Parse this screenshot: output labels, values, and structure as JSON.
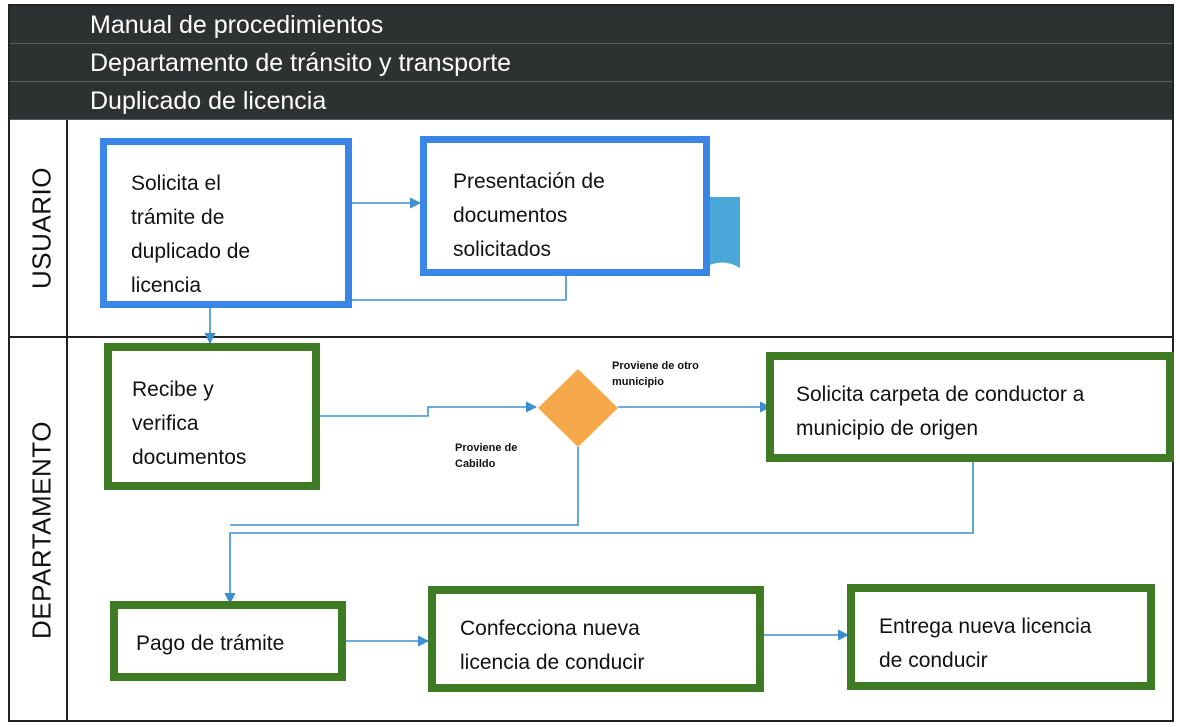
{
  "header": {
    "line1": "Manual de procedimientos",
    "line2": "Departamento de tránsito y transporte",
    "line3": "Duplicado de licencia"
  },
  "lanes": {
    "usuario": "USUARIO",
    "departamento": "DEPARTAMENTO"
  },
  "nodes": {
    "solicita_tramite": "Solicita el\ntrámite de\nduplicado de\nlicencia",
    "presentacion": "Presentación de\ndocumentos\nsolicitados",
    "recibe": "Recibe y\nverifica\ndocumentos",
    "solicita_carpeta": "Solicita carpeta de conductor a\nmunicipio de origen",
    "pago": "Pago de trámite",
    "confecciona": "Confecciona nueva\nlicencia de conducir",
    "entrega": "Entrega nueva licencia\nde conducir"
  },
  "edge_labels": {
    "otro_municipio": "Proviene de otro\nmunicipio",
    "cabildo": "Proviene de\nCabildo"
  },
  "colors": {
    "header_bg": "#2e3132",
    "usuario_border": "#3a86e6",
    "departamento_border": "#3f7a24",
    "decision_fill": "#f6a94a",
    "document_fill": "#4aa7d8",
    "connector": "#3b8fd0"
  }
}
